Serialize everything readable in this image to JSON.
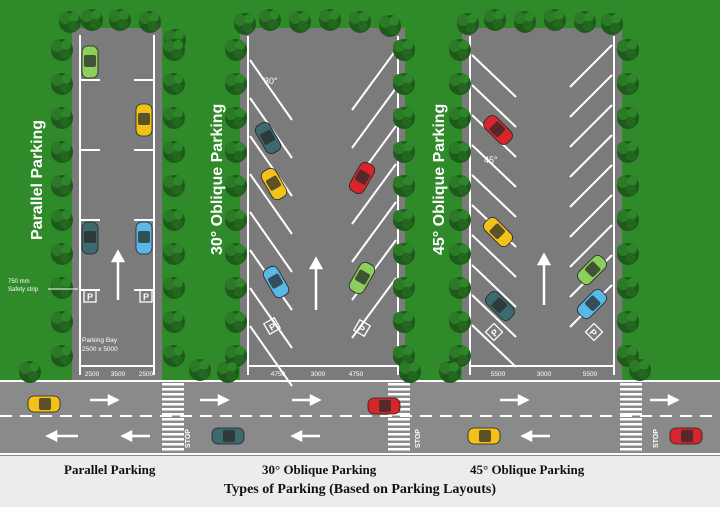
{
  "section_titles": {
    "parallel": "Parallel Parking",
    "oblique30": "30° Oblique Parking",
    "oblique45": "45° Oblique Parking"
  },
  "angle_labels": {
    "a30": "30°",
    "a45": "45°"
  },
  "annotations": {
    "safety_strip_line1": "750 mm",
    "safety_strip_line2": "Safety strip",
    "parking_bay_line1": "Parking Bay",
    "parking_bay_line2": "2500 x 5000"
  },
  "dimensions": {
    "parallel": [
      "2500",
      "3500",
      "2500"
    ],
    "oblique30": [
      "4750",
      "3000",
      "4750"
    ],
    "oblique45": [
      "5500",
      "3000",
      "5500"
    ]
  },
  "stop_label": "STOP",
  "parking_symbol": "P",
  "captions": {
    "parallel": "Parallel Parking",
    "oblique30": "30° Oblique Parking",
    "oblique45": "45° Oblique Parking",
    "main": "Types of Parking (Based on Parking Layouts)"
  },
  "colors": {
    "grass": "#2f8a2a",
    "asphalt": "#7b7b7b",
    "road": "#8a8a8a",
    "marking": "#ffffff",
    "tree": "#1e5c1c",
    "car_yellow": "#f2c21a",
    "car_red": "#d6262b",
    "car_blue": "#5ab8e4",
    "car_teal": "#3c6a6e",
    "car_green": "#8ccf5a"
  }
}
